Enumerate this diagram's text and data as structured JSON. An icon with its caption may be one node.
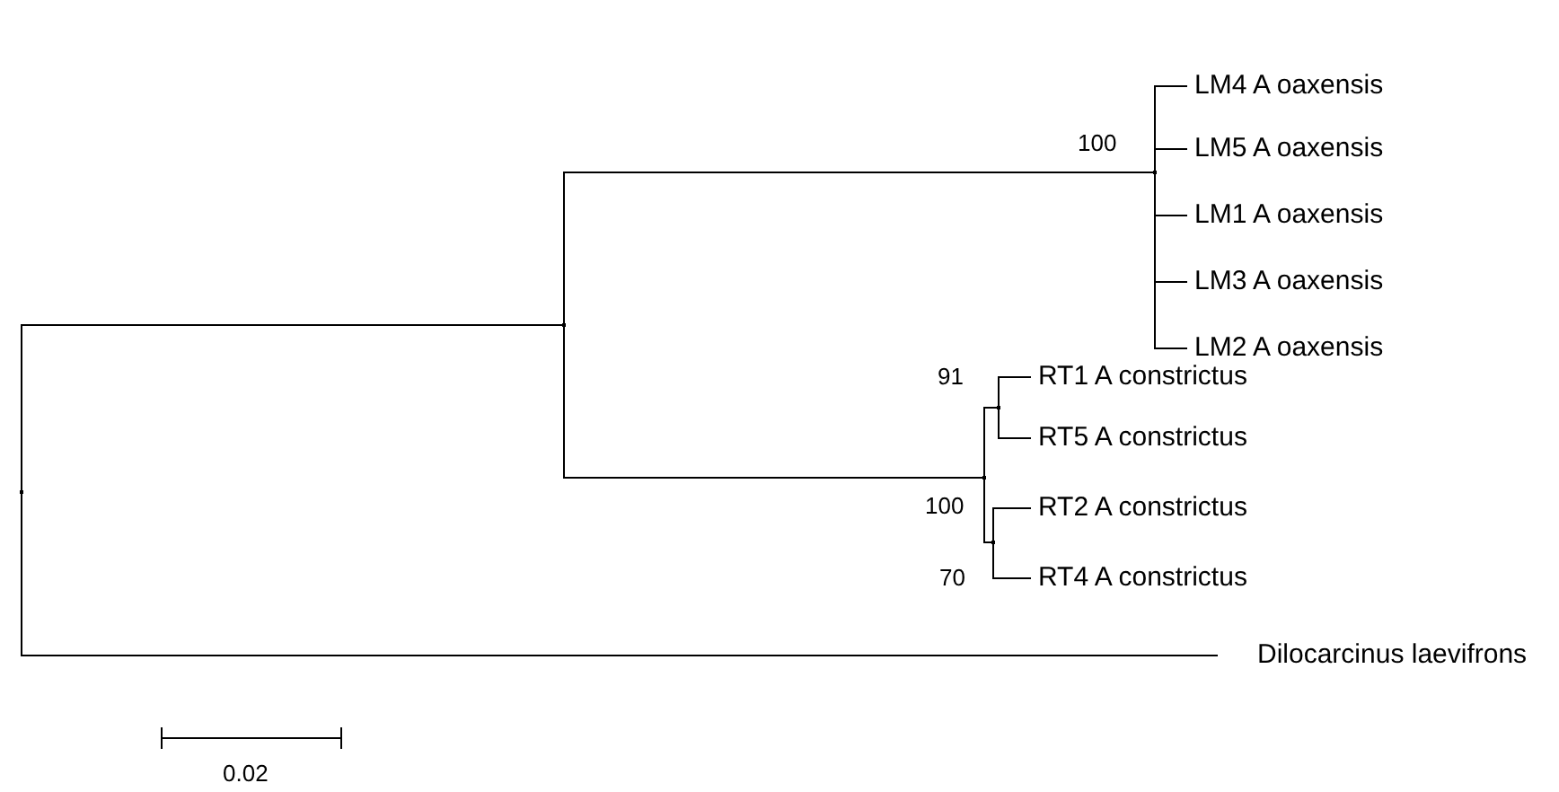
{
  "diagram": {
    "nodes": [
      {
        "text": [],
        "shape": "point"
      },
      {
        "text": [],
        "shape": "point"
      },
      {
        "text": [],
        "shape": "point",
        "beside": [
          "100"
        ]
      },
      {
        "text": [
          "LM4 A oaxensis"
        ]
      },
      {
        "text": [
          "LM5 A oaxensis"
        ]
      },
      {
        "text": [
          "LM1 A oaxensis"
        ]
      },
      {
        "text": [
          "LM3 A oaxensis"
        ]
      },
      {
        "text": [
          "LM2 A oaxensis"
        ]
      },
      {
        "text": [],
        "shape": "point",
        "beside": [
          "100"
        ]
      },
      {
        "text": [],
        "shape": "point",
        "beside": [
          "91"
        ]
      },
      {
        "text": [
          "RT1 A constrictus"
        ]
      },
      {
        "text": [
          "RT5 A constrictus"
        ]
      },
      {
        "text": [],
        "shape": "point",
        "beside": [
          "70"
        ]
      },
      {
        "text": [
          "RT2 A constrictus"
        ]
      },
      {
        "text": [
          "RT4 A constrictus"
        ]
      },
      {
        "text": [
          "Dilocarcinus laevifrons"
        ]
      }
    ],
    "edges": [
      {
        "from": 0,
        "to": 1,
        "arrow": "none"
      },
      {
        "from": 0,
        "to": 15,
        "arrow": "none"
      },
      {
        "from": 1,
        "to": 2,
        "arrow": "none"
      },
      {
        "from": 1,
        "to": 8,
        "arrow": "none"
      },
      {
        "from": 2,
        "to": 3,
        "arrow": "none"
      },
      {
        "from": 2,
        "to": 4,
        "arrow": "none"
      },
      {
        "from": 2,
        "to": 5,
        "arrow": "none"
      },
      {
        "from": 2,
        "to": 6,
        "arrow": "none"
      },
      {
        "from": 2,
        "to": 7,
        "arrow": "none"
      },
      {
        "from": 8,
        "to": 9,
        "arrow": "none"
      },
      {
        "from": 8,
        "to": 12,
        "arrow": "none"
      },
      {
        "from": 9,
        "to": 10,
        "arrow": "none"
      },
      {
        "from": 9,
        "to": 11,
        "arrow": "none"
      },
      {
        "from": 12,
        "to": 13,
        "arrow": "none"
      },
      {
        "from": 12,
        "to": 14,
        "arrow": "none"
      }
    ],
    "labels": [
      "0.02"
    ]
  }
}
